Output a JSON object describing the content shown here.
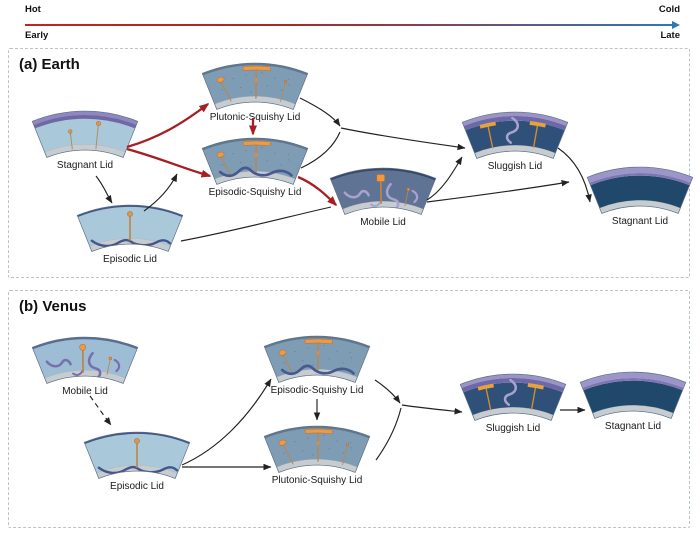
{
  "timeline": {
    "hot": "Hot",
    "cold": "Cold",
    "early": "Early",
    "late": "Late",
    "gradient_hot_color": "#c0261c",
    "gradient_cold_color": "#2f77b5"
  },
  "panels": [
    {
      "id": "earth",
      "title": "(a) Earth",
      "nodes": [
        {
          "id": "stagnant_early",
          "label": "Stagnant Lid",
          "kind": "stagnant_early"
        },
        {
          "id": "plutonic_squishy",
          "label": "Plutonic-Squishy Lid",
          "kind": "plutonic_squishy"
        },
        {
          "id": "episodic_squishy",
          "label": "Episodic-Squishy Lid",
          "kind": "episodic_squishy"
        },
        {
          "id": "episodic",
          "label": "Episodic Lid",
          "kind": "episodic"
        },
        {
          "id": "mobile",
          "label": "Mobile Lid",
          "kind": "mobile_dark"
        },
        {
          "id": "sluggish",
          "label": "Sluggish Lid",
          "kind": "sluggish"
        },
        {
          "id": "stagnant_late",
          "label": "Stagnant Lid",
          "kind": "stagnant_late"
        }
      ],
      "edges": [
        {
          "from": "stagnant_early",
          "to": "episodic",
          "color": "black",
          "style": "solid"
        },
        {
          "from": "episodic",
          "to": "episodic_squishy",
          "color": "black",
          "style": "solid"
        },
        {
          "from": "stagnant_early",
          "to": "plutonic_squishy",
          "color": "red",
          "style": "solid"
        },
        {
          "from": "stagnant_early",
          "to": "episodic_squishy",
          "color": "red",
          "style": "solid"
        },
        {
          "from": "plutonic_squishy",
          "to": "episodic_squishy",
          "color": "red",
          "style": "solid"
        },
        {
          "from": "episodic_squishy",
          "to": "mobile",
          "color": "red",
          "style": "solid"
        },
        {
          "from": "plutonic_squishy",
          "to": "sluggish",
          "color": "black",
          "style": "solid"
        },
        {
          "from": "episodic_squishy",
          "to": "sluggish",
          "color": "black",
          "style": "solid"
        },
        {
          "from": "mobile",
          "to": "sluggish",
          "color": "black",
          "style": "solid"
        },
        {
          "from": "episodic",
          "to": "mobile",
          "color": "black",
          "style": "solid"
        },
        {
          "from": "mobile",
          "to": "stagnant_late",
          "color": "black",
          "style": "solid"
        },
        {
          "from": "sluggish",
          "to": "stagnant_late",
          "color": "black",
          "style": "solid"
        }
      ]
    },
    {
      "id": "venus",
      "title": "(b) Venus",
      "nodes": [
        {
          "id": "mobile_v",
          "label": "Mobile Lid",
          "kind": "mobile_light"
        },
        {
          "id": "episodic_v",
          "label": "Episodic Lid",
          "kind": "episodic"
        },
        {
          "id": "episodic_squishy_v",
          "label": "Episodic-Squishy Lid",
          "kind": "episodic_squishy"
        },
        {
          "id": "plutonic_v",
          "label": "Plutonic-Squishy Lid",
          "kind": "plutonic_squishy"
        },
        {
          "id": "sluggish_v",
          "label": "Sluggish Lid",
          "kind": "sluggish"
        },
        {
          "id": "stagnant_v",
          "label": "Stagnant Lid",
          "kind": "stagnant_late"
        }
      ],
      "edges": [
        {
          "from": "mobile_v",
          "to": "episodic_v",
          "color": "black",
          "style": "dashed"
        },
        {
          "from": "episodic_v",
          "to": "episodic_squishy_v",
          "color": "black",
          "style": "solid"
        },
        {
          "from": "episodic_v",
          "to": "plutonic_v",
          "color": "black",
          "style": "solid"
        },
        {
          "from": "episodic_squishy_v",
          "to": "plutonic_v",
          "color": "black",
          "style": "solid"
        },
        {
          "from": "episodic_squishy_v",
          "to": "sluggish_v",
          "color": "black",
          "style": "solid"
        },
        {
          "from": "plutonic_v",
          "to": "sluggish_v",
          "color": "black",
          "style": "solid"
        },
        {
          "from": "sluggish_v",
          "to": "stagnant_v",
          "color": "black",
          "style": "solid"
        }
      ]
    }
  ],
  "colors": {
    "arrow_black": "#222222",
    "arrow_red": "#a51f24",
    "panel_border": "#b9c3cb",
    "lid_purple": "#7a73ae",
    "lid_purple_light": "#9c95c9",
    "body_light_blue": "#a9c8da",
    "body_squishy_blue": "#7f9cb5",
    "body_mobile_dark": "#5f7495",
    "body_sluggish_navy": "#2f5078",
    "body_stagnant_teal": "#20486b",
    "plume_orange": "#ef9a43",
    "slab_navy": "#475a8e",
    "slab_lilac": "#a9a2ce",
    "base_gray": "#c6ccd0"
  }
}
